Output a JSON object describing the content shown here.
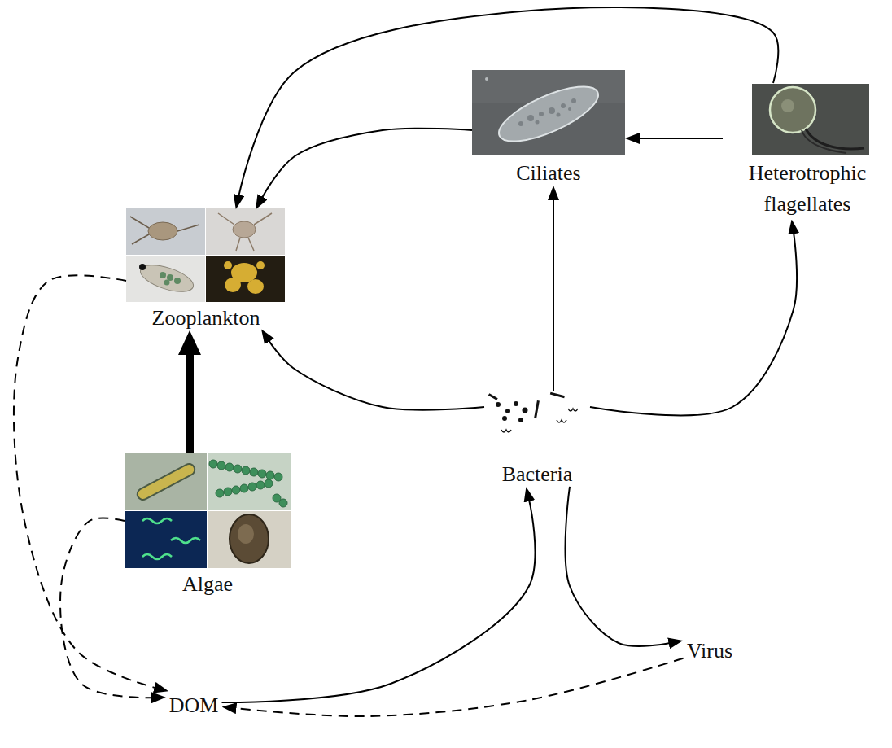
{
  "diagram": {
    "nodes": [
      {
        "text": [
          "Ciliates"
        ]
      },
      {
        "text": [
          "Heterotrophic flagellates"
        ]
      },
      {
        "text": [
          "Zooplankton"
        ]
      },
      {
        "text": [
          "Algae"
        ]
      },
      {
        "text": [
          "Bacteria"
        ]
      },
      {
        "text": [
          "Virus"
        ]
      },
      {
        "text": [
          "DOM"
        ]
      }
    ],
    "edges": [
      {
        "from": 4,
        "to": 2,
        "arrow": "to"
      },
      {
        "from": 4,
        "to": 0,
        "arrow": "to"
      },
      {
        "from": 4,
        "to": 1,
        "arrow": "to"
      },
      {
        "from": 1,
        "to": 0,
        "arrow": "to"
      },
      {
        "from": 1,
        "to": 2,
        "arrow": "to"
      },
      {
        "from": 0,
        "to": 2,
        "arrow": "to"
      },
      {
        "from": 3,
        "to": 2,
        "arrow": "to"
      },
      {
        "from": 2,
        "to": 6,
        "arrow": "to"
      },
      {
        "from": 3,
        "to": 6,
        "arrow": "to"
      },
      {
        "from": 5,
        "to": 6,
        "arrow": "to"
      },
      {
        "from": 6,
        "to": 4,
        "arrow": "to"
      },
      {
        "from": 4,
        "to": 5,
        "arrow": "to"
      }
    ]
  }
}
